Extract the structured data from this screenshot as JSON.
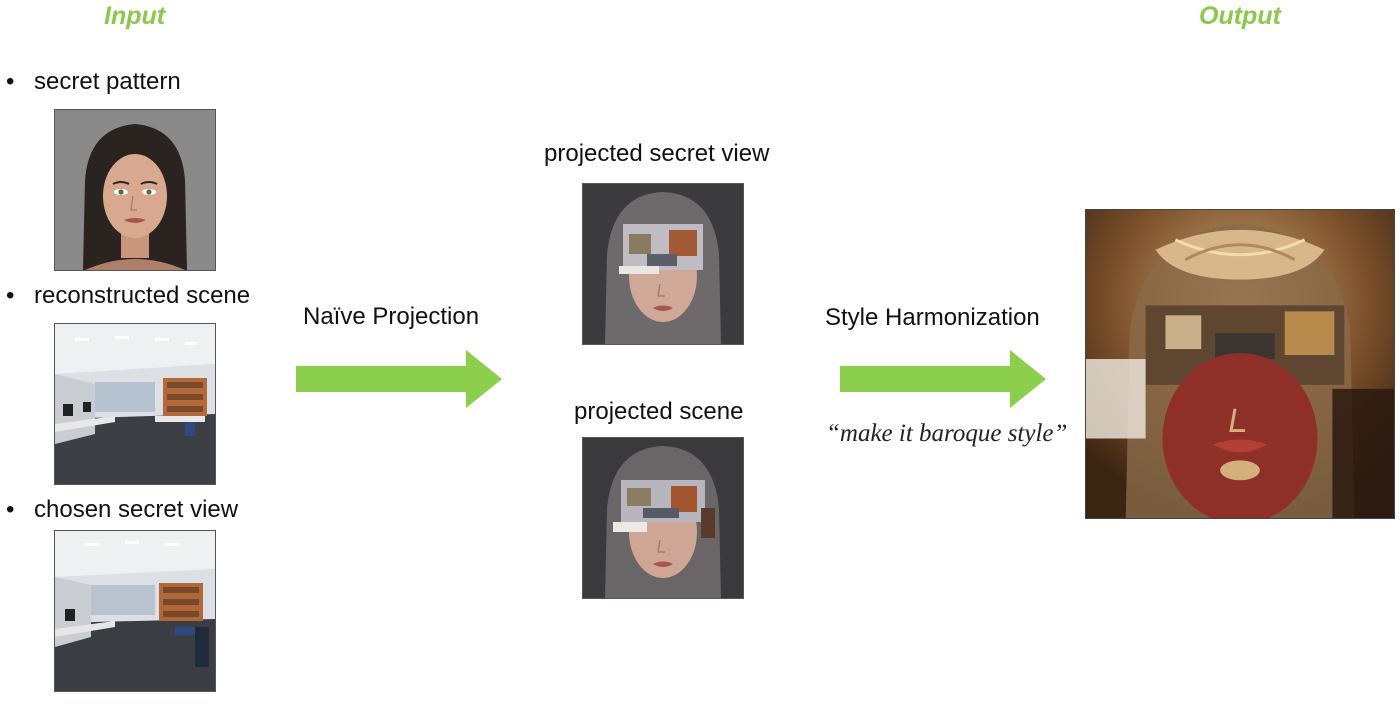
{
  "headings": {
    "input": "Input",
    "output": "Output"
  },
  "inputs": {
    "bullet": "•",
    "secret_pattern": "secret pattern",
    "reconstructed_scene": "reconstructed scene",
    "chosen_secret_view": "chosen secret view"
  },
  "steps": {
    "naive_projection": "Naïve Projection",
    "style_harmonization": "Style Harmonization",
    "prompt": "“make it baroque style”"
  },
  "intermediate": {
    "projected_secret_view": "projected secret view",
    "projected_scene": "projected scene"
  },
  "colors": {
    "heading": "#8cc84b",
    "arrow": "#8ccf4d"
  },
  "icons": {
    "arrow": "right-arrow-icon"
  }
}
